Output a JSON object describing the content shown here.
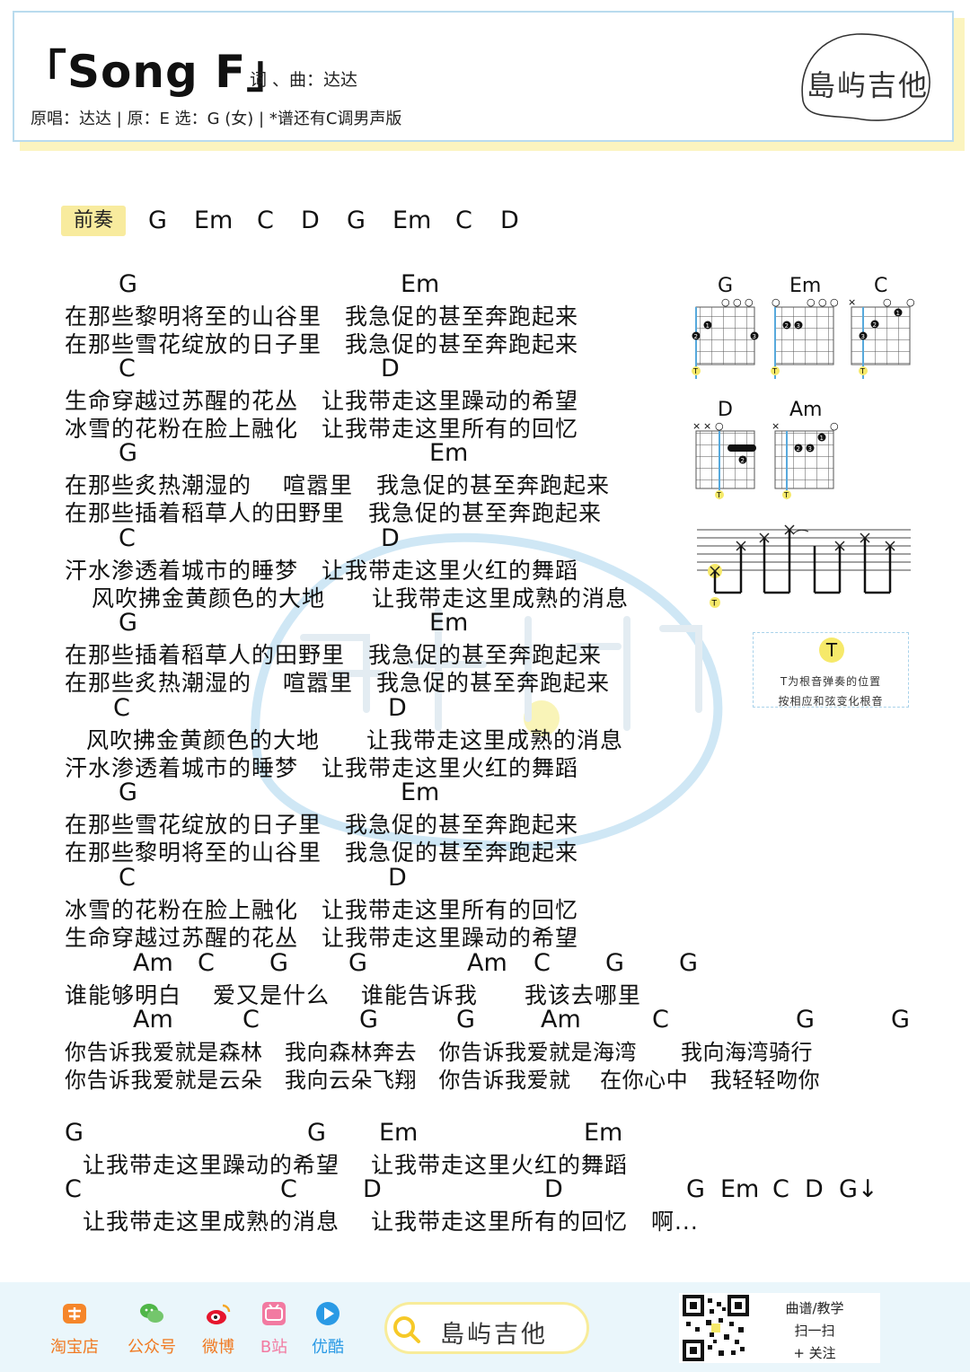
{
  "header": {
    "title": "「Song F」",
    "credits": "词 、曲：达达",
    "subline": "原唱：达达 | 原：E 选：G (女) | *谱还有C调男声版",
    "logo_text": "島屿吉他"
  },
  "prelude": {
    "label": "前奏",
    "chords": [
      "G",
      "Em",
      "C",
      "D",
      "G",
      "Em",
      "C",
      "D"
    ]
  },
  "blocks": [
    {
      "chords": [
        "G",
        "Em"
      ],
      "lines": [
        "在那些黎明将至的山谷里　我急促的甚至奔跑起来",
        "在那些雪花绽放的日子里　我急促的甚至奔跑起来"
      ]
    },
    {
      "chords": [
        "C",
        "D"
      ],
      "lines": [
        "生命穿越过苏醒的花丛　让我带走这里躁动的希望",
        "冰雪的花粉在脸上融化　让我带走这里所有的回忆"
      ]
    },
    {
      "chords": [
        "G",
        "Em"
      ],
      "lines": [
        "在那些炙热潮湿的　 喧嚣里　我急促的甚至奔跑起来",
        "在那些插着稻草人的田野里　我急促的甚至奔跑起来"
      ]
    },
    {
      "chords": [
        "C",
        "D"
      ],
      "lines": [
        "汗水渗透着城市的睡梦　让我带走这里火红的舞蹈",
        "风吹拂金黄颜色的大地　　让我带走这里成熟的消息"
      ]
    },
    {
      "chords": [
        "G",
        "Em"
      ],
      "lines": [
        "在那些插着稻草人的田野里　我急促的甚至奔跑起来",
        "在那些炙热潮湿的　 喧嚣里　我急促的甚至奔跑起来"
      ]
    },
    {
      "chords": [
        "C",
        "D"
      ],
      "lines": [
        "风吹拂金黄颜色的大地　　让我带走这里成熟的消息",
        "汗水渗透着城市的睡梦　让我带走这里火红的舞蹈"
      ]
    },
    {
      "chords": [
        "G",
        "Em"
      ],
      "lines": [
        "在那些雪花绽放的日子里　我急促的甚至奔跑起来",
        "在那些黎明将至的山谷里　我急促的甚至奔跑起来"
      ]
    },
    {
      "chords": [
        "C",
        "D"
      ],
      "lines": [
        "冰雪的花粉在脸上融化　让我带走这里所有的回忆",
        "生命穿越过苏醒的花丛　让我带走这里躁动的希望"
      ]
    },
    {
      "chords": [
        "Am",
        "C",
        "G",
        "G",
        "Am",
        "C",
        "G",
        "G"
      ],
      "lines": [
        "谁能够明白　 爱又是什么　 谁能告诉我　　我该去哪里"
      ]
    },
    {
      "chords": [
        "Am",
        "C",
        "G",
        "G",
        "Am",
        "C",
        "G",
        "G"
      ],
      "lines": [
        "你告诉我爱就是森林　我向森林奔去　你告诉我爱就是海湾　　我向海湾骑行",
        "你告诉我爱就是云朵　我向云朵飞翔　你告诉我爱就　 在你心中　我轻轻吻你"
      ]
    },
    {
      "chords": [
        "G",
        "G",
        "Em",
        "Em"
      ],
      "lines": [
        "让我带走这里躁动的希望　 让我带走这里火红的舞蹈"
      ]
    },
    {
      "chords": [
        "C",
        "C",
        "D",
        "D",
        "G",
        "Em",
        "C",
        "D",
        "G↓"
      ],
      "lines": [
        "让我带走这里成熟的消息　 让我带走这里所有的回忆　啊..."
      ]
    }
  ],
  "diagrams": [
    {
      "name": "G"
    },
    {
      "name": "Em"
    },
    {
      "name": "C"
    },
    {
      "name": "D"
    },
    {
      "name": "Am"
    }
  ],
  "diagram_marks": {
    "open": "○",
    "mute": "×",
    "root": "T"
  },
  "finger_labels": {
    "one": "1",
    "two": "2",
    "three": "3"
  },
  "legend": {
    "mark": "T",
    "line1": "T为根音弹奏的位置",
    "line2": "按相应和弦变化根音"
  },
  "footer": {
    "items": [
      {
        "label": "淘宝店",
        "icon": "taobao-icon"
      },
      {
        "label": "公众号",
        "icon": "wechat-icon"
      },
      {
        "label": "微博",
        "icon": "weibo-icon"
      },
      {
        "label": "B站",
        "icon": "bilibili-icon"
      },
      {
        "label": "优酷",
        "icon": "youku-icon"
      }
    ],
    "search_text": "島屿吉他",
    "qr_line1": "曲谱/教学",
    "qr_line2": "扫一扫",
    "qr_line3": "+ 关注"
  },
  "colors": {
    "accent_yellow": "#f6e96a",
    "frame_blue": "#b9dbee",
    "footer_orange": "#f07a22",
    "footer_bg": "#eaf6fb"
  }
}
